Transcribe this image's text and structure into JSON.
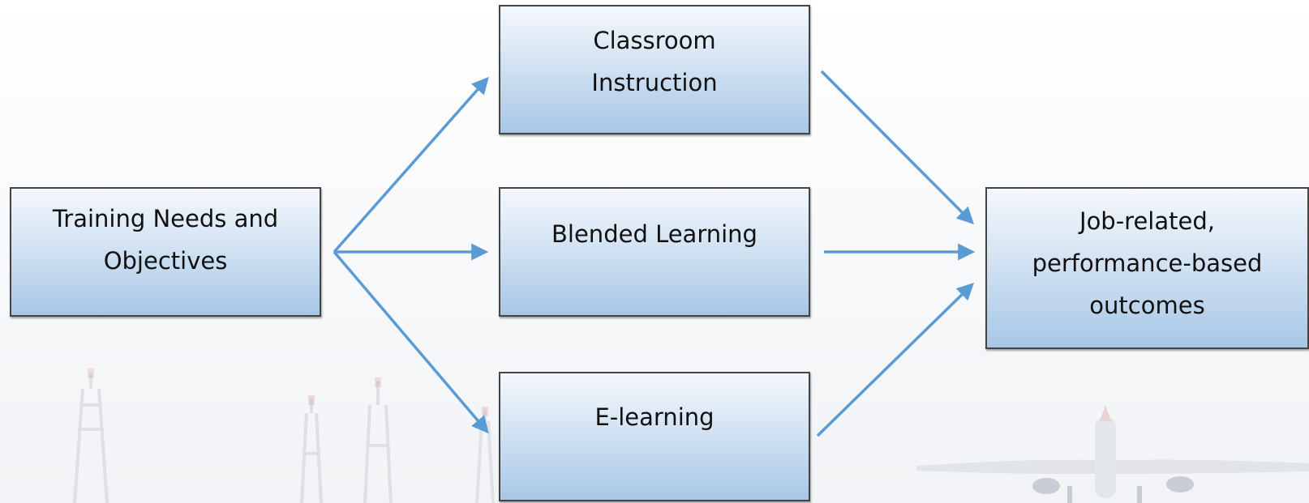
{
  "diagram": {
    "colors": {
      "arrow": "#5b9bd5",
      "box_border": "#444444",
      "box_top": "#f4f8fc",
      "box_bottom": "#a8c7e6"
    },
    "nodes": {
      "training": {
        "lines": [
          "Training Needs and",
          "Objectives"
        ]
      },
      "classroom": {
        "lines": [
          "Classroom",
          "Instruction"
        ]
      },
      "blended": {
        "lines": [
          "Blended Learning"
        ]
      },
      "elearning": {
        "lines": [
          "E-learning"
        ]
      },
      "outcomes": {
        "lines": [
          "Job-related,",
          "performance-based",
          "outcomes"
        ]
      }
    },
    "edges": [
      {
        "from": "training",
        "to": "classroom"
      },
      {
        "from": "training",
        "to": "blended"
      },
      {
        "from": "training",
        "to": "elearning"
      },
      {
        "from": "classroom",
        "to": "outcomes"
      },
      {
        "from": "blended",
        "to": "outcomes"
      },
      {
        "from": "elearning",
        "to": "outcomes"
      }
    ]
  }
}
